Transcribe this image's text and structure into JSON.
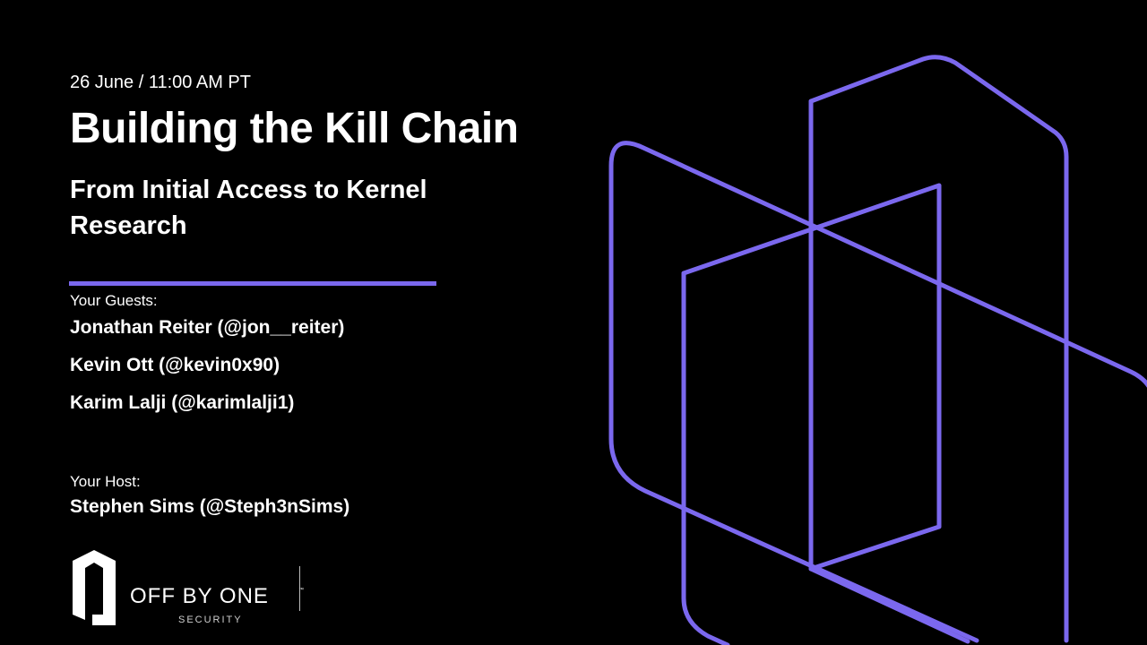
{
  "event": {
    "date": "26 June / 11:00 AM PT",
    "title": "Building the Kill Chain",
    "subtitle": "From Initial Access to Kernel Research"
  },
  "guests": {
    "label": "Your Guests:",
    "people": [
      "Jonathan Reiter (@jon__reiter)",
      "Kevin Ott (@kevin0x90)",
      "Karim Lalji (@karimlalji1)"
    ]
  },
  "host": {
    "label": "Your Host:",
    "people": [
      "Stephen Sims (@Steph3nSims)"
    ]
  },
  "brand": {
    "name": "OFF BY ONE",
    "tagline": "SECURITY",
    "trademark": "™"
  },
  "colors": {
    "accent": "#7B68EE",
    "background": "#000000",
    "text": "#FFFFFF"
  },
  "icons": {
    "logo_mark": "off-by-one-logo-icon",
    "background_art": "outlined-hexagon-logo-artwork"
  }
}
